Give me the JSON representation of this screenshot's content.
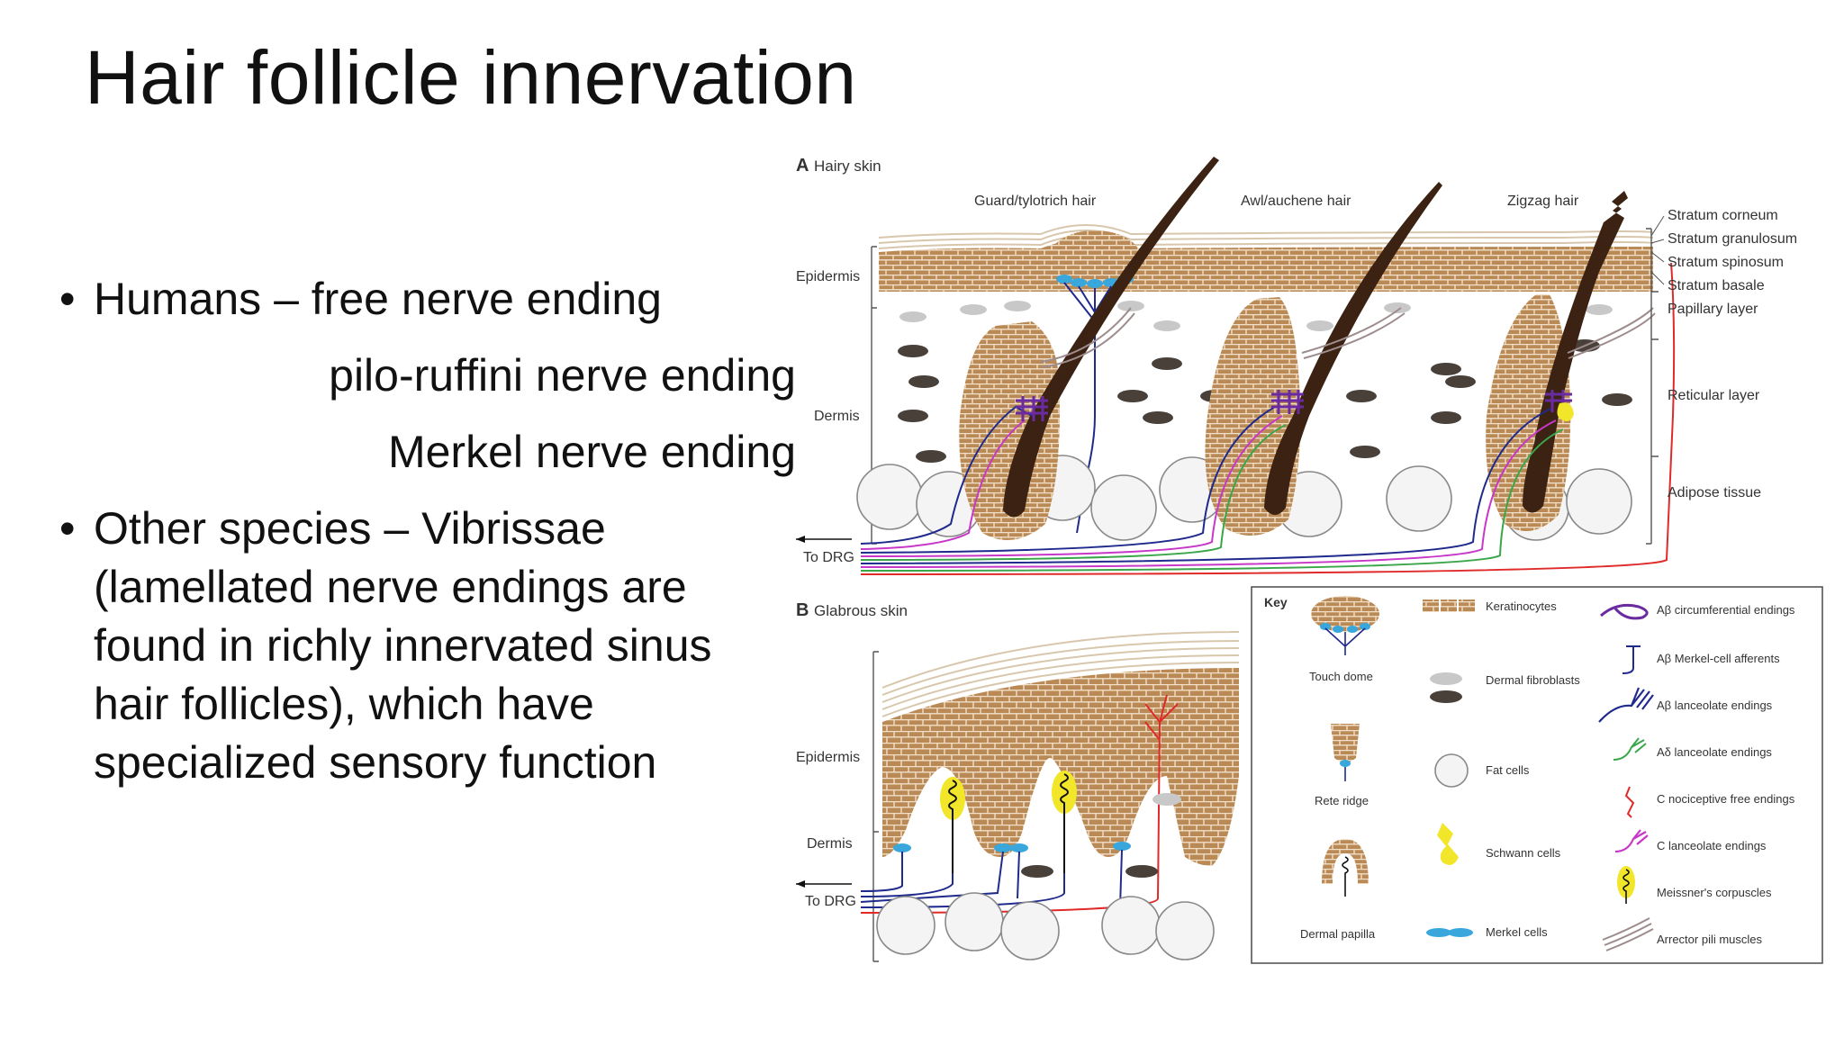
{
  "title": "Hair follicle innervation",
  "bullets": [
    {
      "lines": [
        "Humans – free nerve ending"
      ],
      "sub_lines": [
        "pilo-ruffini nerve ending",
        "Merkel nerve ending"
      ]
    },
    {
      "lines": [
        "Other species – Vibrissae",
        "(lamellated nerve endings are",
        "found in richly innervated sinus",
        "hair follicles), which have",
        "specialized sensory function"
      ],
      "sub_lines": []
    }
  ],
  "figure": {
    "panel_a": {
      "letter": "A",
      "title": "Hairy skin",
      "hair_labels": [
        "Guard/tylotrich hair",
        "Awl/auchene hair",
        "Zigzag hair"
      ],
      "left_labels": [
        "Epidermis",
        "Dermis",
        "To DRG"
      ],
      "right_labels": [
        "Stratum corneum",
        "Stratum granulosum",
        "Stratum spinosum",
        "Stratum basale",
        "Papillary layer",
        "Reticular layer",
        "Adipose tissue"
      ]
    },
    "panel_b": {
      "letter": "B",
      "title": "Glabrous skin",
      "left_labels": [
        "Epidermis",
        "Dermis",
        "To DRG"
      ]
    },
    "key": {
      "title": "Key",
      "structures": [
        "Touch dome",
        "Rete ridge",
        "Dermal papilla"
      ],
      "cells": [
        "Keratinocytes",
        "Dermal fibroblasts",
        "Fat cells",
        "Schwann cells",
        "Merkel cells"
      ],
      "endings": [
        "Aβ circumferential endings",
        "Aβ Merkel-cell afferents",
        "Aβ lanceolate endings",
        "Aδ lanceolate endings",
        "C nociceptive free endings",
        "C lanceolate endings",
        "Meissner's corpuscles",
        "Arrector pili muscles"
      ]
    },
    "colors": {
      "keratinocyte": "#b98a55",
      "keratinocyte_dark": "#8a6035",
      "hair": "#3b2212",
      "fibroblast_dark": "#4a403a",
      "fibroblast_light": "#c8c8c8",
      "merkel": "#39a7dc",
      "abeta": "#1f2a8c",
      "adelta": "#3aa64a",
      "c_nociceptive": "#e02a2a",
      "c_lanceolate": "#c838c8",
      "circumferential": "#6a2aa0",
      "schwann": "#f2e62a"
    }
  }
}
